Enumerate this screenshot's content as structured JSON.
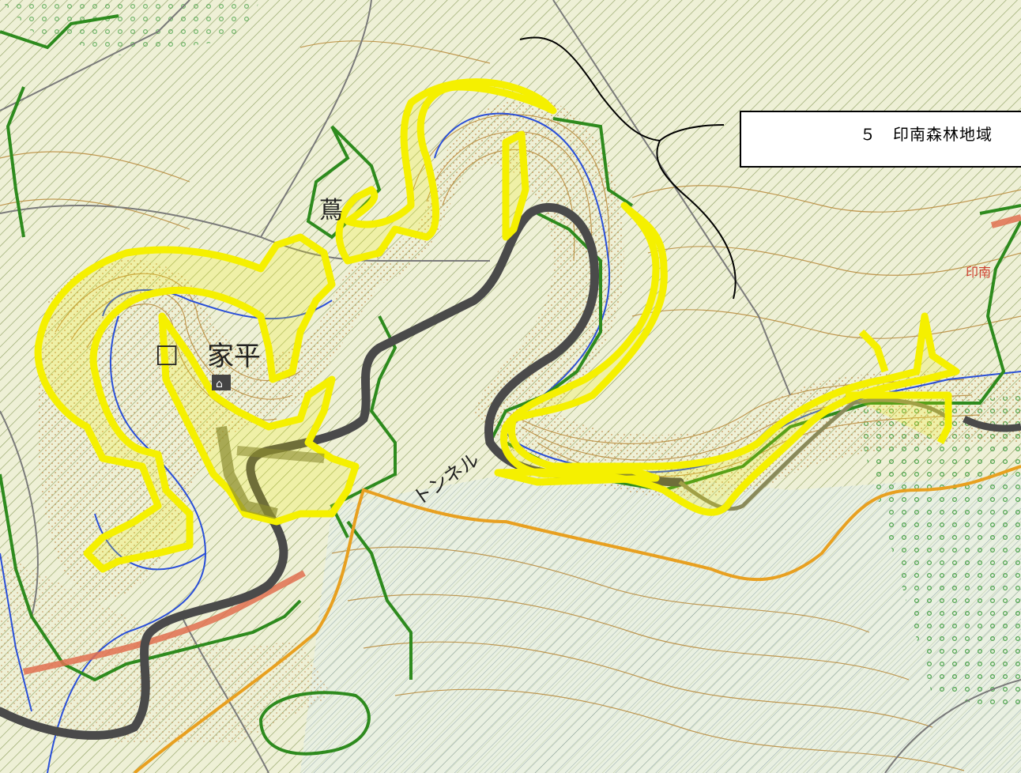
{
  "callout": {
    "label": "５　印南森林地域"
  },
  "map_labels": {
    "place_main": "家平",
    "place_top": "蔦",
    "place_right": "印南",
    "tunnel": "トンネル"
  },
  "colors": {
    "highlight_yellow": "#f5f000",
    "forest_boundary_green": "#2e8b1e",
    "road_dark": "#4a4a4a",
    "river_blue": "#2a4fd8",
    "orange_boundary": "#e8a020",
    "contour_brown": "#b8893a",
    "hatch_green": "#6f8a3c"
  },
  "icons": [
    "school-icon",
    "contour-lines",
    "forest-hatching"
  ]
}
